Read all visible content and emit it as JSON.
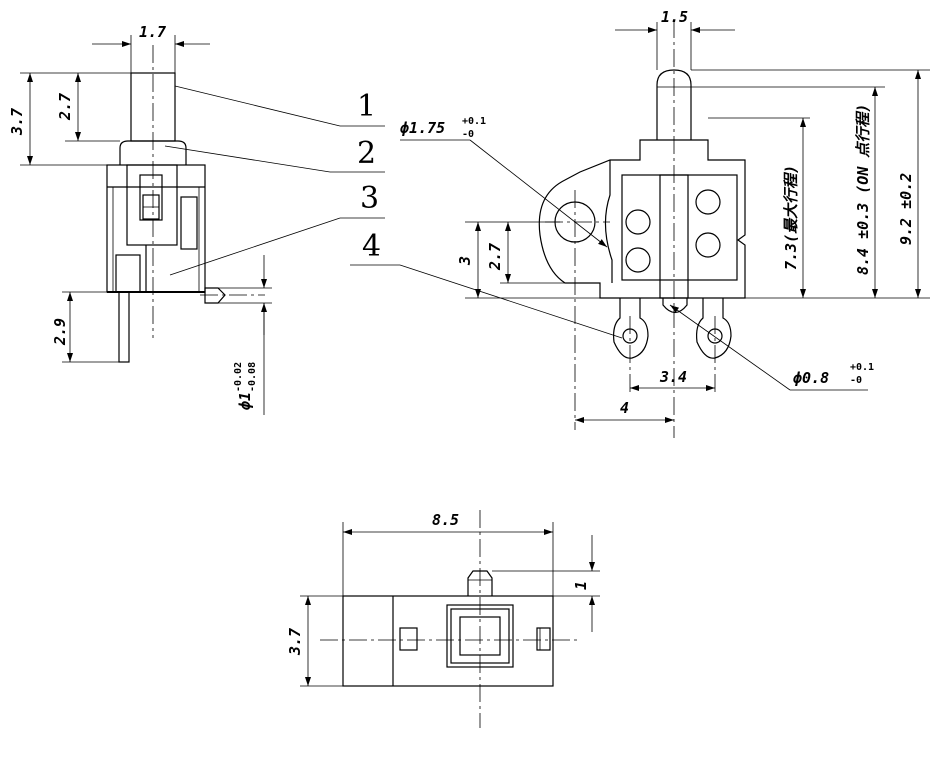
{
  "left_view": {
    "dims": {
      "width": "1.7",
      "h_total": "3.7",
      "h_plunger": "2.7",
      "h_pin": "2.9",
      "pin_dia": "ϕ1",
      "pin_tol_upper": "-0.02",
      "pin_tol_lower": "-0.08"
    },
    "parts": [
      "1",
      "2",
      "3",
      "4"
    ]
  },
  "front_view": {
    "dims": {
      "plunger_width": "1.5",
      "hole_dia": "ϕ1.75",
      "hole_tol_upper": "+0.1",
      "hole_tol_lower": "-0",
      "h3": "3",
      "h27": "2.7",
      "travel_max": "7.3(最大行程)",
      "on_travel": "8.4 ±0.3 (ON 点行程)",
      "total": "9.2 ±0.2",
      "pin_spacing": "3.4",
      "hole_offset": "4",
      "pin_dia": "ϕ0.8",
      "pin_tol_upper": "+0.1",
      "pin_tol_lower": "-0"
    }
  },
  "bottom_view": {
    "dims": {
      "length": "8.5",
      "width": "3.7",
      "protrusion": "1"
    }
  }
}
